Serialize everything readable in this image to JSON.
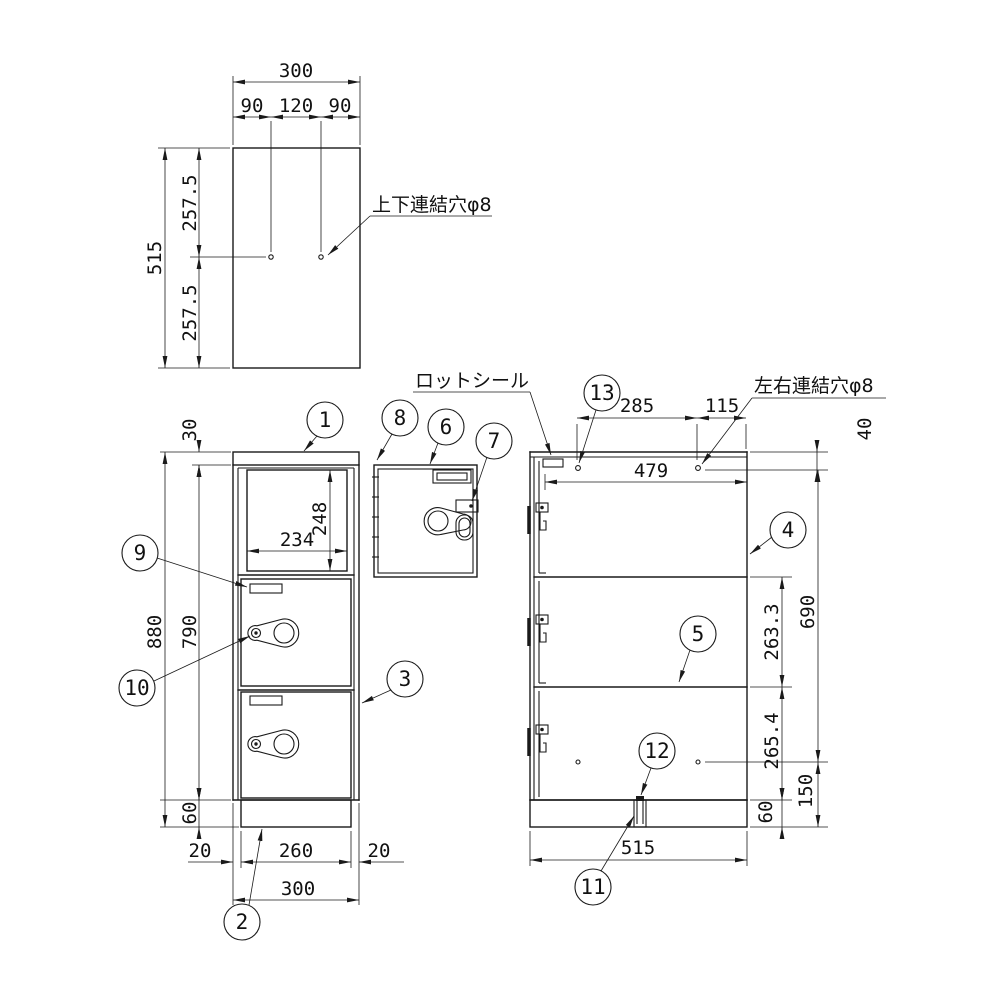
{
  "drawing_type": "technical-drawing-locker-cabinet",
  "colors": {
    "line": "#1a1a1a",
    "background": "#ffffff"
  },
  "labels": {
    "top_bottom_hole": "上下連結穴φ8",
    "lot_seal": "ロットシール",
    "left_right_hole": "左右連結穴φ8"
  },
  "top_view": {
    "width": "300",
    "hole_left": "90",
    "hole_pitch": "120",
    "hole_right": "90",
    "depth": "515",
    "depth_front_half": "257.5",
    "depth_rear_half": "257.5"
  },
  "front_view": {
    "top_frame": "30",
    "opening_height": "248",
    "opening_width": "234",
    "overall_height": "880",
    "body_height": "790",
    "base_height": "60",
    "base_offset_left": "20",
    "base_width": "260",
    "base_offset_right": "20",
    "overall_width": "300"
  },
  "side_view": {
    "hole_to_front": "285",
    "hole_to_rear": "115",
    "hole_from_top": "40",
    "inner_depth": "479",
    "shelf_pitch_upper": "263.3",
    "shelf_pitch_lower": "265.4",
    "hole_pitch_vertical": "690",
    "hole_from_floor": "150",
    "base_height": "60",
    "overall_depth": "515"
  },
  "balloons": {
    "1": "1",
    "2": "2",
    "3": "3",
    "4": "4",
    "5": "5",
    "6": "6",
    "7": "7",
    "8": "8",
    "9": "9",
    "10": "10",
    "11": "11",
    "12": "12",
    "13": "13"
  }
}
